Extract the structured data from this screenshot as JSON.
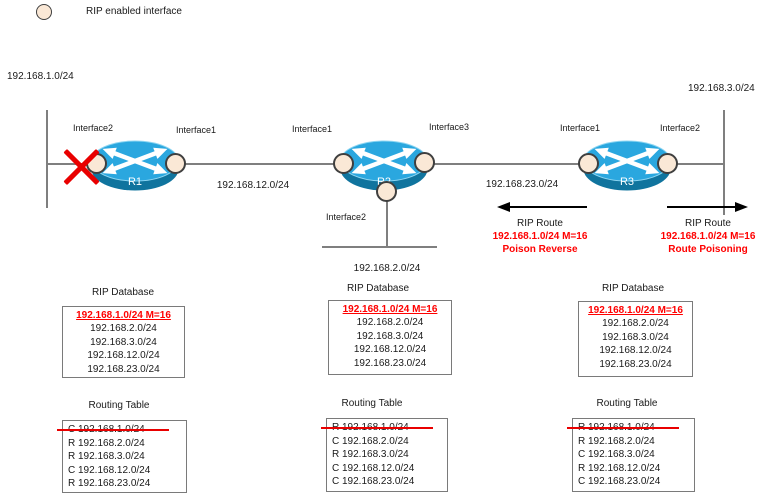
{
  "legend": {
    "label": "RIP enabled interface"
  },
  "network_labels": {
    "net1": "192.168.1.0/24",
    "net3": "192.168.3.0/24",
    "net12": "192.168.12.0/24",
    "net23": "192.168.23.0/24",
    "net2": "192.168.2.0/24"
  },
  "routers": [
    {
      "name": "R1",
      "if_left": "Interface2",
      "if_right": "Interface1"
    },
    {
      "name": "R2",
      "if_left": "Interface1",
      "if_right": "Interface3",
      "if_bottom": "Interface2"
    },
    {
      "name": "R3",
      "if_left": "Interface1",
      "if_right": "Interface2"
    }
  ],
  "rip_messages": [
    {
      "title": "RIP Route",
      "route": "192.168.1.0/24 M=16",
      "mechanism": "Poison Reverse"
    },
    {
      "title": "RIP Route",
      "route": "192.168.1.0/24 M=16",
      "mechanism": "Route Poisoning"
    }
  ],
  "rip_databases": [
    {
      "title": "RIP Database",
      "poisoned": "192.168.1.0/24 M=16",
      "entries": [
        "192.168.2.0/24",
        "192.168.3.0/24",
        "192.168.12.0/24",
        "192.168.23.0/24"
      ]
    },
    {
      "title": "RIP Database",
      "poisoned": "192.168.1.0/24 M=16",
      "entries": [
        "192.168.2.0/24",
        "192.168.3.0/24",
        "192.168.12.0/24",
        "192.168.23.0/24"
      ]
    },
    {
      "title": "RIP Database",
      "poisoned": "192.168.1.0/24 M=16",
      "entries": [
        "192.168.2.0/24",
        "192.168.3.0/24",
        "192.168.12.0/24",
        "192.168.23.0/24"
      ]
    }
  ],
  "routing_tables": [
    {
      "title": "Routing Table",
      "removed": "C 192.168.1.0/24",
      "entries": [
        "R 192.168.2.0/24",
        "R 192.168.3.0/24",
        "C 192.168.12.0/24",
        "R 192.168.23.0/24"
      ]
    },
    {
      "title": "Routing Table",
      "removed": "R 192.168.1.0/24",
      "entries": [
        "C 192.168.2.0/24",
        "R 192.168.3.0/24",
        "C 192.168.12.0/24",
        "C 192.168.23.0/24"
      ]
    },
    {
      "title": "Routing Table",
      "removed": "R 192.168.1.0/24",
      "entries": [
        "R 192.168.2.0/24",
        "C 192.168.3.0/24",
        "R 192.168.12.0/24",
        "C 192.168.23.0/24"
      ]
    }
  ],
  "colors": {
    "router_top": "#2AA7DF",
    "router_body": "#10749E",
    "interface_fill": "#FAE8D6",
    "alert_red": "#FF0000",
    "line_gray": "#7F7F7F"
  }
}
